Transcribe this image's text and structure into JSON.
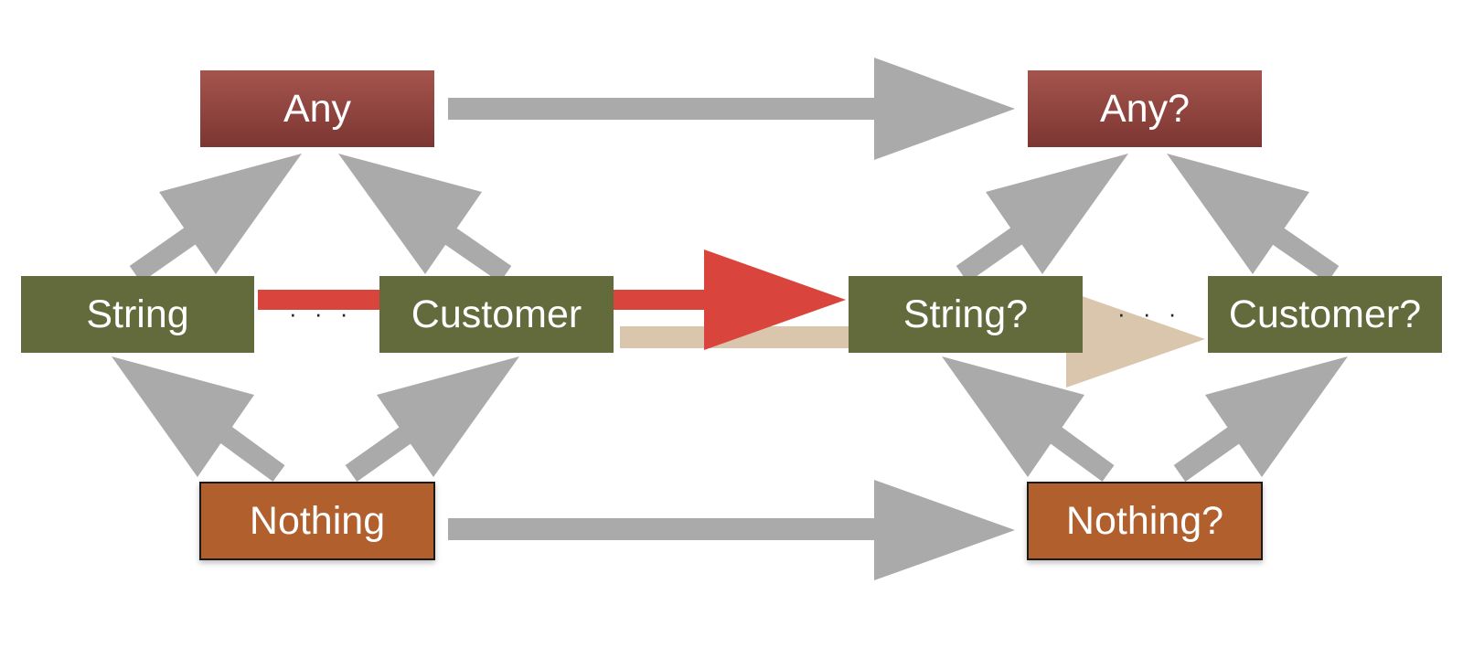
{
  "colors": {
    "gray_arrow": "#aaaaaa",
    "red_arrow": "#d9443d",
    "tan_arrow": "#d9c6ad",
    "top_box": "#8c3f3a",
    "mid_box": "#636a3b",
    "bottom_box": "#b05f2d"
  },
  "left": {
    "top": "Any",
    "mid_left": "String",
    "mid_right": "Customer",
    "bottom": "Nothing",
    "ellipsis": "· · ·"
  },
  "right": {
    "top": "Any?",
    "mid_left": "String?",
    "mid_right": "Customer?",
    "bottom": "Nothing?",
    "ellipsis": "· · ·"
  }
}
